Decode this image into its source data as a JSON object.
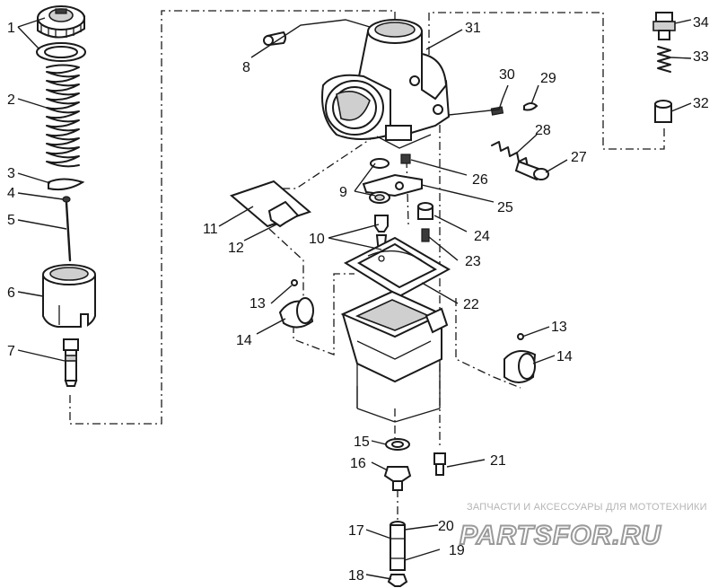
{
  "diagram": {
    "callouts": [
      {
        "id": "1",
        "label": "1"
      },
      {
        "id": "2",
        "label": "2"
      },
      {
        "id": "3",
        "label": "3"
      },
      {
        "id": "4",
        "label": "4"
      },
      {
        "id": "5",
        "label": "5"
      },
      {
        "id": "6",
        "label": "6"
      },
      {
        "id": "7",
        "label": "7"
      },
      {
        "id": "8",
        "label": "8"
      },
      {
        "id": "9",
        "label": "9"
      },
      {
        "id": "10",
        "label": "10"
      },
      {
        "id": "11",
        "label": "11"
      },
      {
        "id": "12",
        "label": "12"
      },
      {
        "id": "13a",
        "label": "13"
      },
      {
        "id": "13b",
        "label": "13"
      },
      {
        "id": "14a",
        "label": "14"
      },
      {
        "id": "14b",
        "label": "14"
      },
      {
        "id": "15",
        "label": "15"
      },
      {
        "id": "16",
        "label": "16"
      },
      {
        "id": "17",
        "label": "17"
      },
      {
        "id": "18",
        "label": "18"
      },
      {
        "id": "19",
        "label": "19"
      },
      {
        "id": "20",
        "label": "20"
      },
      {
        "id": "21",
        "label": "21"
      },
      {
        "id": "22",
        "label": "22"
      },
      {
        "id": "23",
        "label": "23"
      },
      {
        "id": "24",
        "label": "24"
      },
      {
        "id": "25",
        "label": "25"
      },
      {
        "id": "26",
        "label": "26"
      },
      {
        "id": "27",
        "label": "27"
      },
      {
        "id": "28",
        "label": "28"
      },
      {
        "id": "29",
        "label": "29"
      },
      {
        "id": "30",
        "label": "30"
      },
      {
        "id": "31",
        "label": "31"
      },
      {
        "id": "32",
        "label": "32"
      },
      {
        "id": "33",
        "label": "33"
      },
      {
        "id": "34",
        "label": "34"
      }
    ]
  },
  "watermark": {
    "caption": "ЗАПЧАСТИ И АКСЕССУАРЫ ДЛЯ МОТОТЕХНИКИ",
    "logo": "PARTSFOR.RU"
  }
}
